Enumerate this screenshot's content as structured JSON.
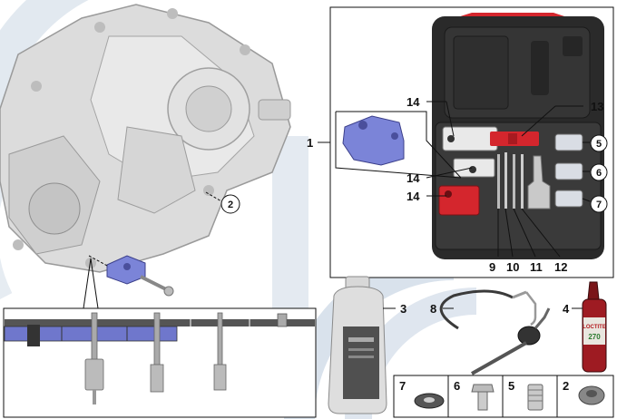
{
  "callouts": {
    "c1": "1",
    "c2": "2",
    "c3": "3",
    "c4": "4",
    "c5": "5",
    "c6": "6",
    "c7": "7",
    "c8": "8",
    "c9": "9",
    "c10": "10",
    "c11": "11",
    "c12": "12",
    "c13": "13",
    "c14a": "14",
    "c14b": "14",
    "c14c": "14"
  },
  "parts_row": {
    "p7": "7",
    "p6": "6",
    "p5": "5",
    "p2": "2"
  },
  "product_labels": {
    "loctite_brand": "LOCTITE",
    "loctite_number": "270"
  },
  "colors": {
    "watermark": "#c9d5e4",
    "part_blue": "#7b84d8",
    "part_red": "#d4262d",
    "case_black": "#2a2a2a",
    "loctite_red": "#9e1b22"
  }
}
